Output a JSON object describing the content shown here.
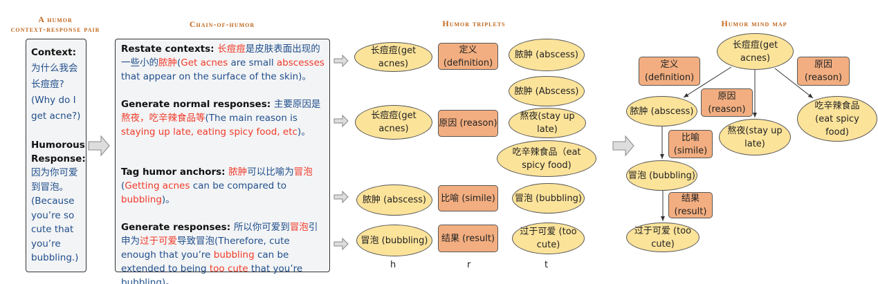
{
  "titles": {
    "pair_line1": "A humor",
    "pair_line2": "context-response pair",
    "chain": "Chain-of-humor",
    "triplets": "Humor triplets",
    "mindmap": "Humor mind map"
  },
  "colors": {
    "title": "#c0661c",
    "entity": "#fce39a",
    "relation": "#f2ae80",
    "highlight": "#f03a2a",
    "text": "#1f4e8c"
  },
  "pair": {
    "context_label": "Context:",
    "context_text": "为什么我会长痘痘?(Why do I get acne?)",
    "response_label": "Humorous Response:",
    "response_text": "因为你可爱到冒泡。(Because you’re so cute that you’re bubbling.)"
  },
  "chain": [
    {
      "segments": [
        [
          "b",
          "Restate contexts: "
        ],
        [
          "r",
          "长痘痘"
        ],
        [
          "n",
          "是皮肤表面出现的一些小的"
        ],
        [
          "r",
          "脓肿"
        ],
        [
          "n",
          "("
        ],
        [
          "r",
          "Get acnes"
        ],
        [
          "n",
          " are small "
        ],
        [
          "r",
          "abscesses"
        ],
        [
          "n",
          " that appear on the surface of the skin)。"
        ]
      ]
    },
    {
      "segments": [
        [
          "b",
          "Generate normal responses: "
        ],
        [
          "n",
          "主要原因是"
        ],
        [
          "r",
          "熬夜，吃辛辣食品等"
        ],
        [
          "n",
          "(The main reason is "
        ],
        [
          "r",
          "staying up late, eating spicy food, etc"
        ],
        [
          "n",
          ")。"
        ]
      ]
    },
    {
      "segments": [
        [
          "b",
          "Tag humor anchors: "
        ],
        [
          "r",
          "脓肿"
        ],
        [
          "n",
          "可以比喻为"
        ],
        [
          "r",
          "冒泡"
        ],
        [
          "n",
          "("
        ],
        [
          "r",
          "Getting acnes"
        ],
        [
          "n",
          " can be compared to "
        ],
        [
          "r",
          "bubbling"
        ],
        [
          "n",
          ")。"
        ]
      ]
    },
    {
      "segments": [
        [
          "b",
          "Generate responses: "
        ],
        [
          "n",
          "所以你可爱到"
        ],
        [
          "r",
          "冒泡"
        ],
        [
          "n",
          "引申为"
        ],
        [
          "r",
          "过于可爱"
        ],
        [
          "n",
          "导致冒泡(Therefore, cute enough that you’re "
        ],
        [
          "r",
          "bubbling"
        ],
        [
          "n",
          " can be extended to being "
        ],
        [
          "r",
          "too cute"
        ],
        [
          "n",
          " that you’re bubbling)。"
        ]
      ]
    }
  ],
  "triplets": {
    "rows": [
      {
        "h": "长痘痘(get acnes)",
        "r": "定义 (definition)",
        "t": [
          "脓肿 (abscess)"
        ]
      },
      {
        "h": "长痘痘(get acnes)",
        "r": "原因 (reason)",
        "t": [
          "脓肿 (Abscess)",
          "熬夜(stay up late)",
          "吃辛辣食品（eat spicy food)"
        ]
      },
      {
        "h": "脓肿 (abscess)",
        "r": "比喻 (simile)",
        "t": [
          "冒泡 (bubbling)"
        ]
      },
      {
        "h": "冒泡 (bubbling)",
        "r": "结果 (result)",
        "t": [
          "过于可爱 (too cute)"
        ]
      }
    ],
    "axis": {
      "h": "h",
      "r": "r",
      "t": "t"
    }
  },
  "mindmap": {
    "root": "长痘痘(get acnes)",
    "abscess": "脓肿 (abscess)",
    "stay_up": "熬夜(stay up late)",
    "spicy": "吃辛辣食品 (eat spicy food)",
    "bubbling": "冒泡 (bubbling)",
    "too_cute": "过于可爱 (too cute)",
    "rel_definition": "定义 (definition)",
    "rel_reason_mid": "原因 (reason)",
    "rel_reason_right": "原因 (reason)",
    "rel_simile": "比喻 (simile)",
    "rel_result": "结果 (result)"
  }
}
